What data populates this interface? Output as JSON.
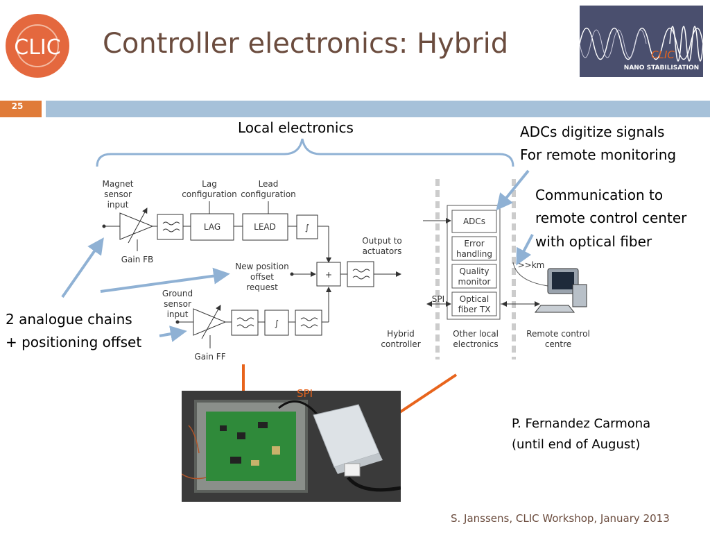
{
  "header": {
    "title": "Controller electronics: Hybrid",
    "slide_number": "25",
    "logo_left_text": "CLIC",
    "logo_right_text": [
      "CLIC",
      "NANO STABILISATION"
    ]
  },
  "annotations": {
    "local_electronics": "Local electronics",
    "adcs_line1": "ADCs digitize signals",
    "adcs_line2": "For remote monitoring",
    "comm_line1": "Communication to",
    "comm_line2": "remote control center",
    "comm_line3": "with optical fiber",
    "chains_line1": "2 analogue chains",
    "chains_line2": "+ positioning offset",
    "person_line1": "P. Fernandez Carmona",
    "person_line2": "(until end of August)",
    "spi_photo": "SPI"
  },
  "diagram": {
    "magnet_input": [
      "Magnet",
      "sensor",
      "input"
    ],
    "gain_fb": "Gain FB",
    "lag_conf": [
      "Lag",
      "configuration"
    ],
    "lead_conf": [
      "Lead",
      "configuration"
    ],
    "lag": "LAG",
    "lead": "LEAD",
    "integrator": "∫",
    "output": [
      "Output to",
      "actuators"
    ],
    "offset_request": [
      "New position",
      "offset",
      "request"
    ],
    "plus": "+",
    "ground_input": [
      "Ground",
      "sensor",
      "input"
    ],
    "gain_ff": "Gain FF",
    "hybrid_controller": [
      "Hybrid",
      "controller"
    ],
    "other_local": [
      "Other local",
      "electronics"
    ],
    "remote_centre": [
      "Remote control",
      "centre"
    ],
    "adcs": "ADCs",
    "error_handling": [
      "Error",
      "handling"
    ],
    "quality_monitor": [
      "Quality",
      "monitor"
    ],
    "optical_tx": [
      "Optical",
      "fiber TX"
    ],
    "spi": "SPI",
    "km": ">>km"
  },
  "footer": {
    "credit": "S. Janssens, CLIC Workshop, January 2013"
  },
  "colors": {
    "title": "#6b4c3e",
    "accent_orange": "#e07b39",
    "header_bar": "#a6c1d9",
    "arrow_blue": "#8fb1d4",
    "arrow_orange": "#e8641c"
  }
}
